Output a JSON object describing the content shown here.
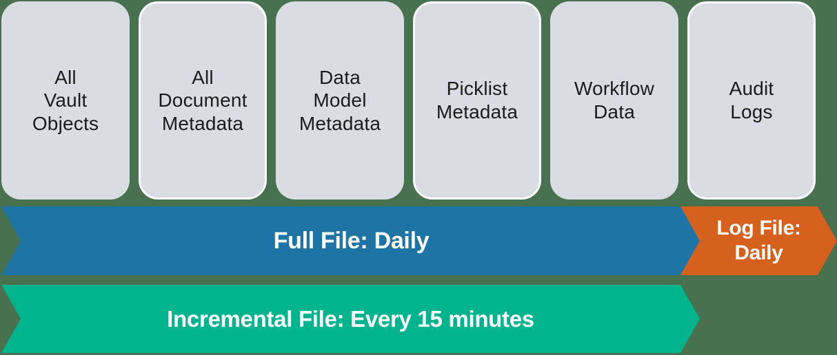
{
  "colors": {
    "background": "#48714F",
    "card_fill": "#D9DCE3",
    "card_border": "#FFFFFF",
    "card_text": "#1B1B1B",
    "full_file_bar": "#1E74A5",
    "log_file_bar": "#D6601E",
    "incremental_file_bar": "#00B48D",
    "bar_text": "#FFFFFF"
  },
  "cards": [
    {
      "label": "All\nVault\nObjects"
    },
    {
      "label": "All\nDocument\nMetadata"
    },
    {
      "label": "Data\nModel\nMetadata"
    },
    {
      "label": "Picklist\nMetadata"
    },
    {
      "label": "Workflow\nData"
    },
    {
      "label": "Audit\nLogs"
    }
  ],
  "bars": {
    "full_file": {
      "label": "Full File: Daily"
    },
    "log_file": {
      "label": "Log File:\nDaily"
    },
    "incremental_file": {
      "label": "Incremental File: Every 15 minutes"
    }
  }
}
